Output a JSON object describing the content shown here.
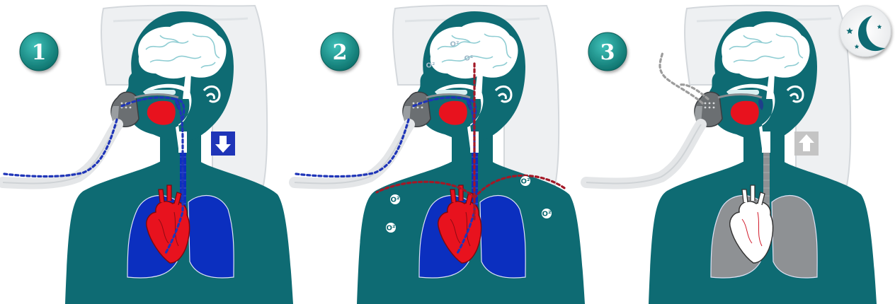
{
  "colors": {
    "background": "#ffffff",
    "pillow": "#eef0f2",
    "pillow_edge": "#d4d8dc",
    "body": "#0e6b73",
    "brain": "#ffffff",
    "brain_lines": "#8fcdd3",
    "lungs_active": "#0b2fbf",
    "lungs_inactive": "#8e9194",
    "heart_active": "#e8121e",
    "heart_inactive": "#ffffff",
    "airflow": "#1f35b8",
    "oxygen_flow": "#a21826",
    "exhaust": "#9c9c9c",
    "badge": "#0f8e88",
    "arrow_down_box": "#1f35b8",
    "arrow_up_box": "#c4c4c4",
    "moon_icon": "#0e6b73"
  },
  "panels": [
    {
      "step": "1",
      "icon": "arrow-down-icon",
      "lung_state": "active",
      "heart_state": "active",
      "hose": "air-in",
      "o2_labels": []
    },
    {
      "step": "2",
      "icon": "none",
      "lung_state": "active",
      "heart_state": "active",
      "hose": "air-in",
      "o2_labels": [
        "O²",
        "O²",
        "O²",
        "O²",
        "O²",
        "O²",
        "O²"
      ]
    },
    {
      "step": "3",
      "icon": "arrow-up-icon",
      "lung_state": "inactive",
      "heart_state": "inactive",
      "hose": "exhaust",
      "o2_labels": []
    }
  ],
  "night_icon": "moon-and-stars-icon"
}
